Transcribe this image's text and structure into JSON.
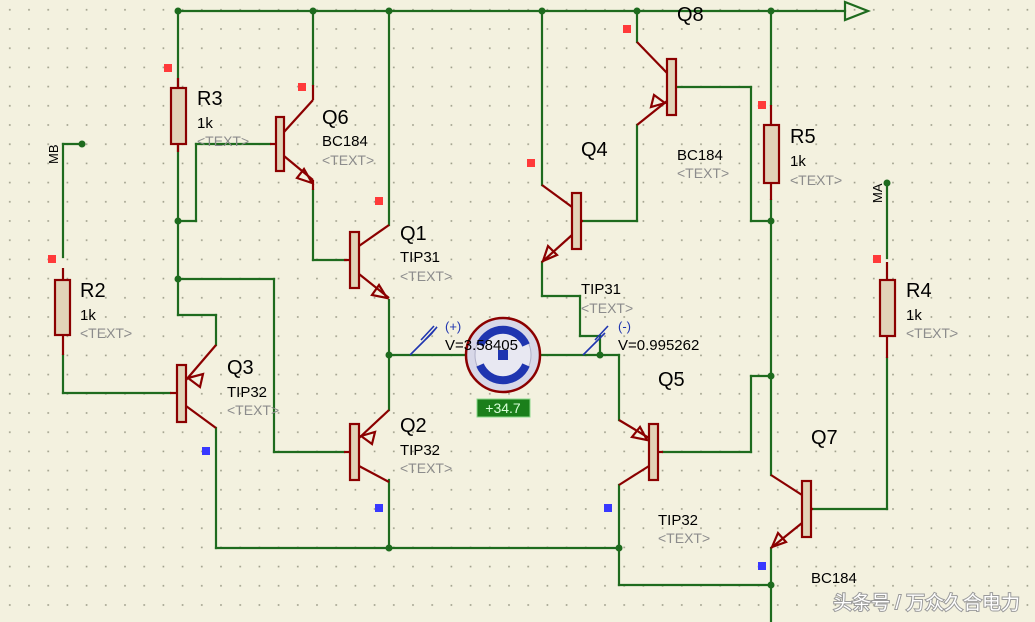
{
  "colors": {
    "background": "#f3f1df",
    "grid_dot": "#9a9a86",
    "wire": "#1e6b1e",
    "component": "#8b0000",
    "body_fill": "#e2d3b8",
    "probe": "#1f35b0",
    "logic_high": "#ff3a3a",
    "logic_low": "#3838ff",
    "meter_readout_bg": "#1b7f1b"
  },
  "components": {
    "r3": {
      "name": "R3",
      "value": "1k",
      "text": "<TEXT>"
    },
    "r2": {
      "name": "R2",
      "value": "1k",
      "text": "<TEXT>"
    },
    "r5": {
      "name": "R5",
      "value": "1k",
      "text": "<TEXT>"
    },
    "r4": {
      "name": "R4",
      "value": "1k",
      "text": "<TEXT>"
    },
    "q6": {
      "name": "Q6",
      "value": "BC184",
      "text": "<TEXT>"
    },
    "q1": {
      "name": "Q1",
      "value": "TIP31",
      "text": "<TEXT>"
    },
    "q3": {
      "name": "Q3",
      "value": "TIP32",
      "text": "<TEXT>"
    },
    "q2": {
      "name": "Q2",
      "value": "TIP32",
      "text": "<TEXT>"
    },
    "q8": {
      "name": "Q8"
    },
    "q4": {
      "name": "Q4",
      "value": "BC184",
      "text": "<TEXT>"
    },
    "q4_tip": {
      "value": "TIP31",
      "text": "<TEXT>"
    },
    "q5": {
      "name": "Q5",
      "value": "TIP32",
      "text": "<TEXT>"
    },
    "q7": {
      "name": "Q7",
      "value": "BC184"
    }
  },
  "nets": {
    "mb": "MB",
    "ma": "MA"
  },
  "probes": {
    "left": {
      "polarity": "(+)",
      "voltage": "V=3.58405"
    },
    "right": {
      "polarity": "(-)",
      "voltage": "V=0.995262"
    }
  },
  "motor": {
    "readout": "+34.7"
  },
  "watermark": "头条号 / 万众久合电力"
}
